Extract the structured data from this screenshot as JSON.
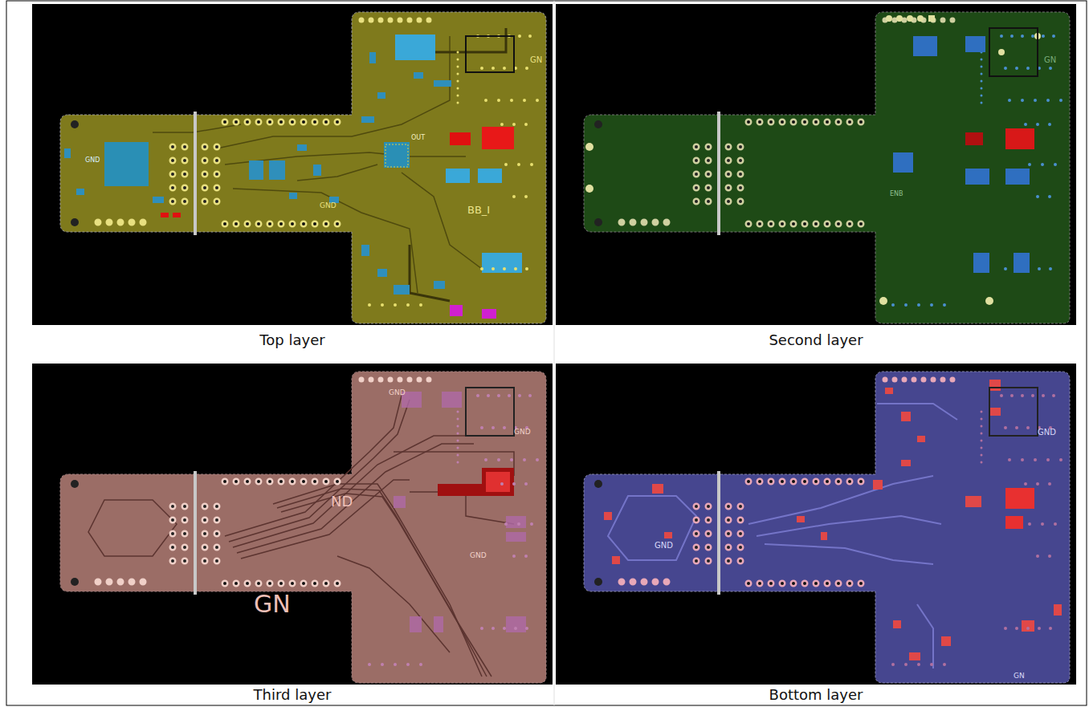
{
  "diagram": {
    "nodes": [
      {
        "text": [
          "Top layer"
        ]
      },
      {
        "text": [
          "Second layer"
        ]
      },
      {
        "text": [
          "Third layer"
        ]
      },
      {
        "text": [
          "Bottom layer"
        ]
      }
    ],
    "labels": [
      "GND",
      "OUT",
      "GND",
      "BB_I",
      "GN",
      "ENB",
      "GN",
      "GN",
      "ND",
      "GND",
      "GND",
      "GND",
      "GND",
      "GND",
      "GN"
    ]
  }
}
